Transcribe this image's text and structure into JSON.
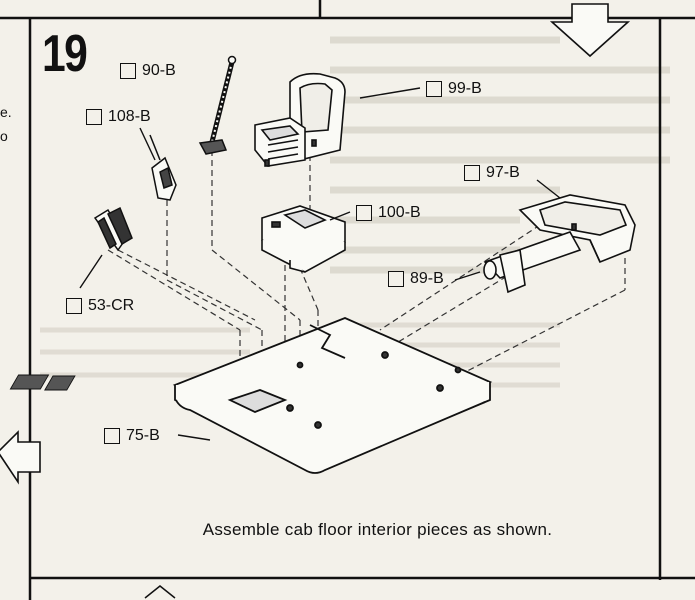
{
  "step": {
    "number": "19"
  },
  "parts": {
    "p90b": "90-B",
    "p108b": "108-B",
    "p99b": "99-B",
    "p97b": "97-B",
    "p100b": "100-B",
    "p89b": "89-B",
    "p53cr": "53-CR",
    "p75b": "75-B"
  },
  "caption": "Assemble cab floor interior pieces as shown.",
  "left_margin_text": {
    "line1": "e.",
    "line2": "o"
  }
}
